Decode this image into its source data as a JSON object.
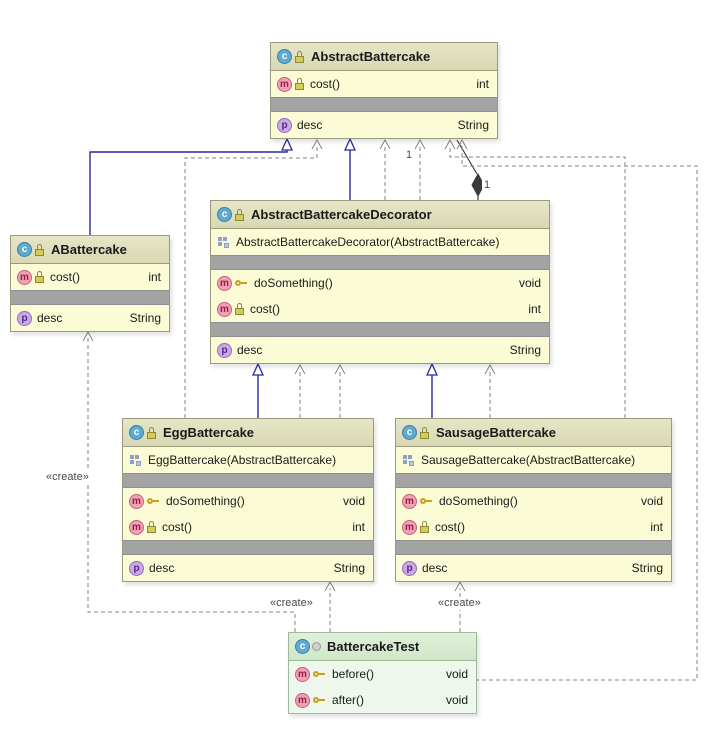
{
  "icons": {
    "class_letter": "c",
    "method_letter": "m",
    "property_letter": "p"
  },
  "classes": {
    "abstract": {
      "title": "AbstractBattercake",
      "cost": {
        "name": "cost()",
        "type": "int"
      },
      "desc": {
        "name": "desc",
        "type": "String"
      }
    },
    "abattercake": {
      "title": "ABattercake",
      "cost": {
        "name": "cost()",
        "type": "int"
      },
      "desc": {
        "name": "desc",
        "type": "String"
      }
    },
    "decorator": {
      "title": "AbstractBattercakeDecorator",
      "ctor": "AbstractBattercakeDecorator(AbstractBattercake)",
      "doSomething": {
        "name": "doSomething()",
        "type": "void"
      },
      "cost": {
        "name": "cost()",
        "type": "int"
      },
      "desc": {
        "name": "desc",
        "type": "String"
      }
    },
    "egg": {
      "title": "EggBattercake",
      "ctor": "EggBattercake(AbstractBattercake)",
      "doSomething": {
        "name": "doSomething()",
        "type": "void"
      },
      "cost": {
        "name": "cost()",
        "type": "int"
      },
      "desc": {
        "name": "desc",
        "type": "String"
      }
    },
    "sausage": {
      "title": "SausageBattercake",
      "ctor": "SausageBattercake(AbstractBattercake)",
      "doSomething": {
        "name": "doSomething()",
        "type": "void"
      },
      "cost": {
        "name": "cost()",
        "type": "int"
      },
      "desc": {
        "name": "desc",
        "type": "String"
      }
    },
    "test": {
      "title": "BattercakeTest",
      "before": {
        "name": "before()",
        "type": "void"
      },
      "after": {
        "name": "after()",
        "type": "void"
      }
    }
  },
  "edge_labels": {
    "create": "«create»",
    "one": "1"
  }
}
